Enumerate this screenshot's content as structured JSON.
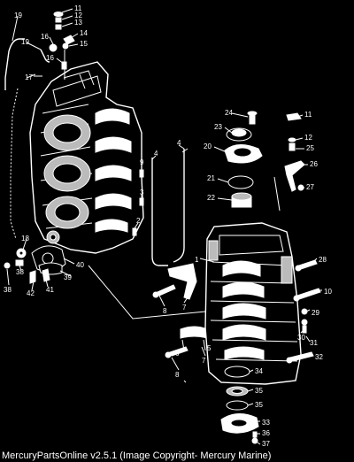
{
  "diagram": {
    "callouts": [
      {
        "id": "c11a",
        "text": "11"
      },
      {
        "id": "c12a",
        "text": "12"
      },
      {
        "id": "c13",
        "text": "13"
      },
      {
        "id": "c14",
        "text": "14"
      },
      {
        "id": "c15",
        "text": "15"
      },
      {
        "id": "c16a",
        "text": "16"
      },
      {
        "id": "c16b",
        "text": "16"
      },
      {
        "id": "c17",
        "text": "17"
      },
      {
        "id": "c19a",
        "text": "19"
      },
      {
        "id": "c19b",
        "text": "19"
      },
      {
        "id": "c24",
        "text": "24"
      },
      {
        "id": "c11b",
        "text": "11"
      },
      {
        "id": "c23",
        "text": "23"
      },
      {
        "id": "c12b",
        "text": "12"
      },
      {
        "id": "c20",
        "text": "20"
      },
      {
        "id": "c25",
        "text": "25"
      },
      {
        "id": "c26",
        "text": "26"
      },
      {
        "id": "c21",
        "text": "21"
      },
      {
        "id": "c27",
        "text": "27"
      },
      {
        "id": "c22",
        "text": "22"
      },
      {
        "id": "c9",
        "text": "9"
      },
      {
        "id": "c4a",
        "text": "4"
      },
      {
        "id": "c4b",
        "text": "4"
      },
      {
        "id": "c3",
        "text": "3"
      },
      {
        "id": "c2",
        "text": "2"
      },
      {
        "id": "c18",
        "text": "18"
      },
      {
        "id": "c40",
        "text": "40"
      },
      {
        "id": "c39",
        "text": "39"
      },
      {
        "id": "c38a",
        "text": "38"
      },
      {
        "id": "c38b",
        "text": "38"
      },
      {
        "id": "c42",
        "text": "42"
      },
      {
        "id": "c41",
        "text": "41"
      },
      {
        "id": "c28",
        "text": "28"
      },
      {
        "id": "c1",
        "text": "1"
      },
      {
        "id": "c10",
        "text": "10"
      },
      {
        "id": "c8a",
        "text": "8"
      },
      {
        "id": "c7a",
        "text": "7"
      },
      {
        "id": "c29",
        "text": "29"
      },
      {
        "id": "c30",
        "text": "30"
      },
      {
        "id": "c31",
        "text": "31"
      },
      {
        "id": "c6",
        "text": "6"
      },
      {
        "id": "c5",
        "text": "5"
      },
      {
        "id": "c7b",
        "text": "7"
      },
      {
        "id": "c32",
        "text": "32"
      },
      {
        "id": "c8b",
        "text": "8"
      },
      {
        "id": "c34",
        "text": "34"
      },
      {
        "id": "c35a",
        "text": "35"
      },
      {
        "id": "c35b",
        "text": "35"
      },
      {
        "id": "c33",
        "text": "33"
      },
      {
        "id": "c36",
        "text": "36"
      },
      {
        "id": "c37",
        "text": "37"
      }
    ]
  },
  "footer": {
    "text": "MercuryPartsOnline v2.5.1 (Image Copyright- Mercury Marine)"
  }
}
